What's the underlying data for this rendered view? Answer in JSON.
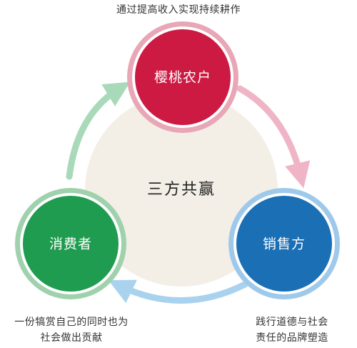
{
  "center": {
    "label": "三方共赢"
  },
  "nodes": {
    "farmer": {
      "label": "樱桃农户",
      "fill": "#cc1a42",
      "ring": "#e8a6b6"
    },
    "consumer": {
      "label": "消费者",
      "fill": "#1f9c4f",
      "ring": "#9fd1ad"
    },
    "seller": {
      "label": "销售方",
      "fill": "#1a6fb5",
      "ring": "#9ec9ea"
    }
  },
  "captions": {
    "farmer": [
      "通过提高收入实现持续耕作"
    ],
    "consumer": [
      "一份犒赏自己的同时也为",
      "社会做出贡献"
    ],
    "seller": [
      "践行道德与社会",
      "责任的品牌塑造"
    ]
  },
  "arrows": {
    "farmer_to_seller": "#efb5c6",
    "seller_to_consumer": "#a9d2ee",
    "consumer_to_farmer": "#a8d9b8"
  },
  "center_fill": "#f3efe6"
}
